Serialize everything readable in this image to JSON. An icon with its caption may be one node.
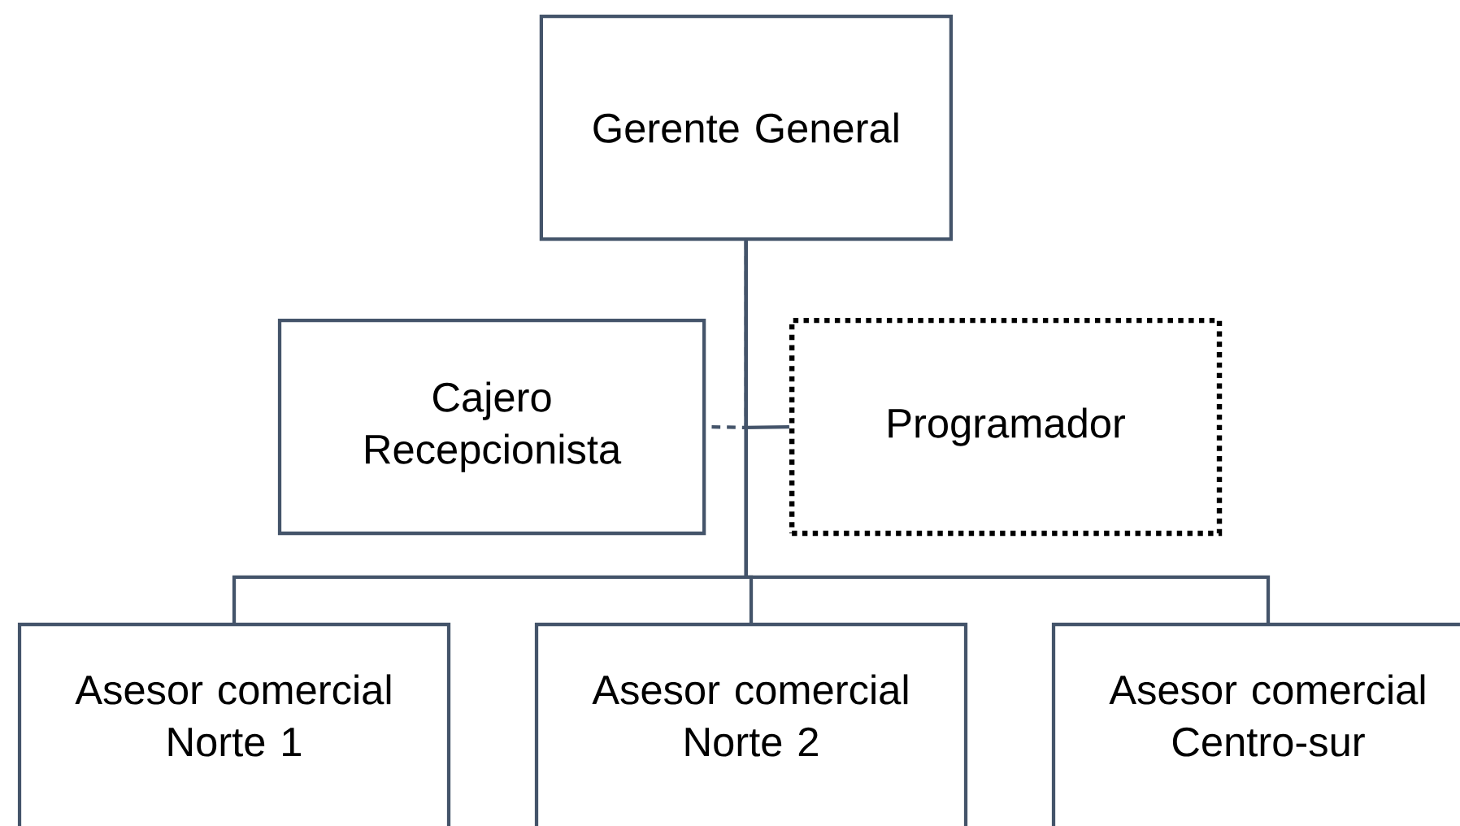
{
  "diagram": {
    "nodes": [
      {
        "text": [
          "Gerente General"
        ]
      },
      {
        "text": [
          "Cajero Recepcionista"
        ]
      },
      {
        "text": [
          "Programador"
        ]
      },
      {
        "text": [
          "Asesor comercial Norte 1"
        ]
      },
      {
        "text": [
          "Asesor comercial Norte 2"
        ]
      },
      {
        "text": [
          "Asesor comercial Centro-sur"
        ]
      }
    ],
    "edges": [
      {
        "from": 0,
        "to": 1,
        "arrow": "none",
        "style": "dashed"
      },
      {
        "from": 0,
        "to": 2,
        "arrow": "none"
      },
      {
        "from": 0,
        "to": 3,
        "arrow": "none"
      },
      {
        "from": 0,
        "to": 4,
        "arrow": "none"
      },
      {
        "from": 0,
        "to": 5,
        "arrow": "none"
      }
    ]
  }
}
